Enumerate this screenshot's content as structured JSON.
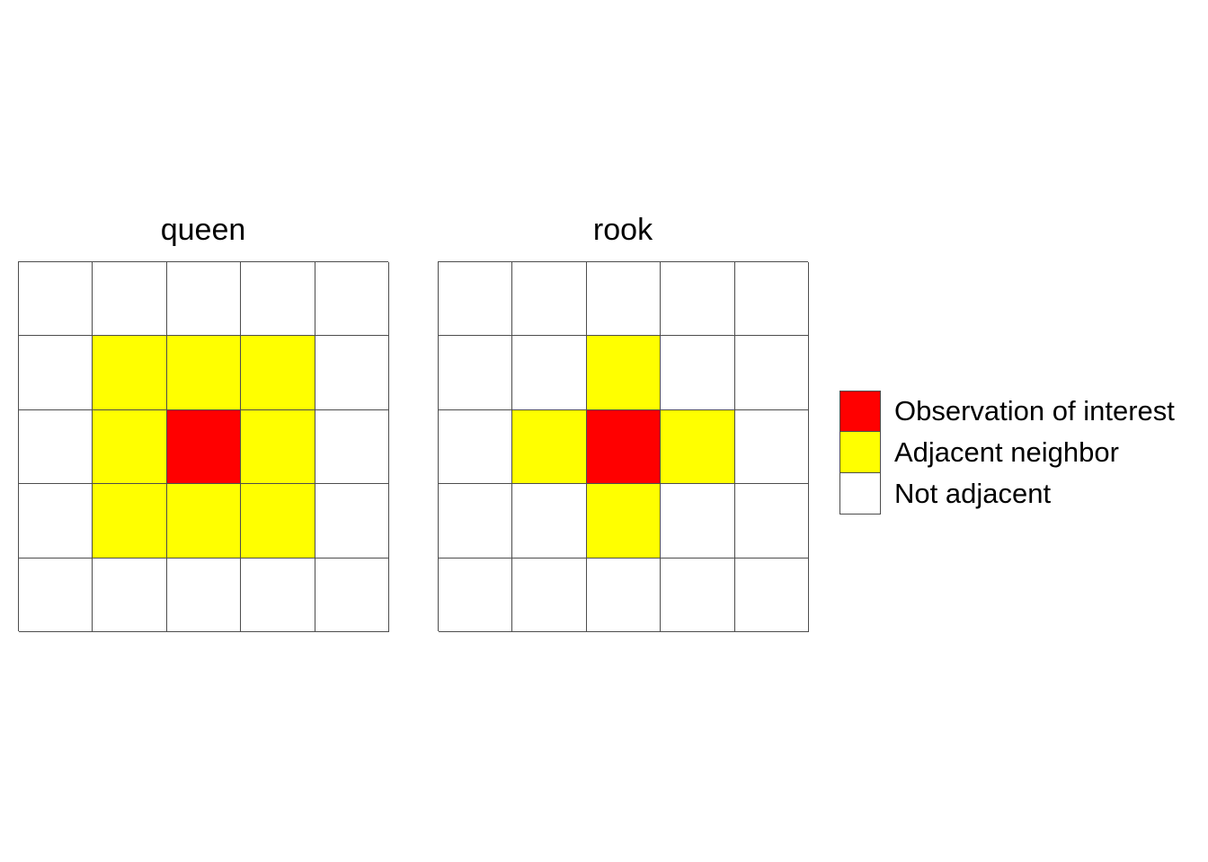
{
  "panels": [
    {
      "title": "queen",
      "cells": [
        [
          "not_adjacent",
          "not_adjacent",
          "not_adjacent",
          "not_adjacent",
          "not_adjacent"
        ],
        [
          "not_adjacent",
          "neighbor",
          "neighbor",
          "neighbor",
          "not_adjacent"
        ],
        [
          "not_adjacent",
          "neighbor",
          "observation",
          "neighbor",
          "not_adjacent"
        ],
        [
          "not_adjacent",
          "neighbor",
          "neighbor",
          "neighbor",
          "not_adjacent"
        ],
        [
          "not_adjacent",
          "not_adjacent",
          "not_adjacent",
          "not_adjacent",
          "not_adjacent"
        ]
      ]
    },
    {
      "title": "rook",
      "cells": [
        [
          "not_adjacent",
          "not_adjacent",
          "not_adjacent",
          "not_adjacent",
          "not_adjacent"
        ],
        [
          "not_adjacent",
          "not_adjacent",
          "neighbor",
          "not_adjacent",
          "not_adjacent"
        ],
        [
          "not_adjacent",
          "neighbor",
          "observation",
          "neighbor",
          "not_adjacent"
        ],
        [
          "not_adjacent",
          "not_adjacent",
          "neighbor",
          "not_adjacent",
          "not_adjacent"
        ],
        [
          "not_adjacent",
          "not_adjacent",
          "not_adjacent",
          "not_adjacent",
          "not_adjacent"
        ]
      ]
    }
  ],
  "legend": [
    {
      "key": "observation",
      "label": "Observation of interest",
      "color": "#FF0000"
    },
    {
      "key": "neighbor",
      "label": "Adjacent neighbor",
      "color": "#FFFF00"
    },
    {
      "key": "not_adjacent",
      "label": "Not adjacent",
      "color": "#FFFFFF"
    }
  ],
  "colors": {
    "grid_line": "#4D4D4D",
    "background": "#FFFFFF"
  }
}
